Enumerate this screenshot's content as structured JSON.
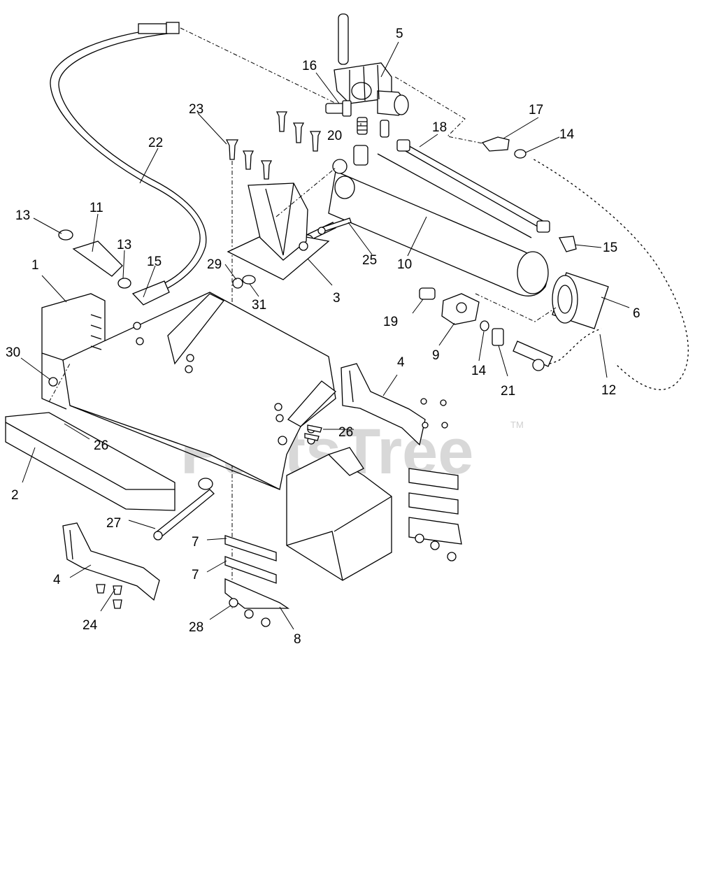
{
  "watermark": {
    "text": "PartsTree",
    "trademark": "TM"
  },
  "callouts": [
    {
      "label": "1"
    },
    {
      "label": "2"
    },
    {
      "label": "3"
    },
    {
      "label": "4"
    },
    {
      "label": "4"
    },
    {
      "label": "5"
    },
    {
      "label": "6"
    },
    {
      "label": "7"
    },
    {
      "label": "7"
    },
    {
      "label": "8"
    },
    {
      "label": "9"
    },
    {
      "label": "10"
    },
    {
      "label": "11"
    },
    {
      "label": "12"
    },
    {
      "label": "13"
    },
    {
      "label": "13"
    },
    {
      "label": "14"
    },
    {
      "label": "14"
    },
    {
      "label": "15"
    },
    {
      "label": "15"
    },
    {
      "label": "16"
    },
    {
      "label": "17"
    },
    {
      "label": "18"
    },
    {
      "label": "19"
    },
    {
      "label": "20"
    },
    {
      "label": "21"
    },
    {
      "label": "22"
    },
    {
      "label": "23"
    },
    {
      "label": "24"
    },
    {
      "label": "25"
    },
    {
      "label": "26"
    },
    {
      "label": "26"
    },
    {
      "label": "27"
    },
    {
      "label": "28"
    },
    {
      "label": "29"
    },
    {
      "label": "30"
    },
    {
      "label": "31"
    }
  ]
}
